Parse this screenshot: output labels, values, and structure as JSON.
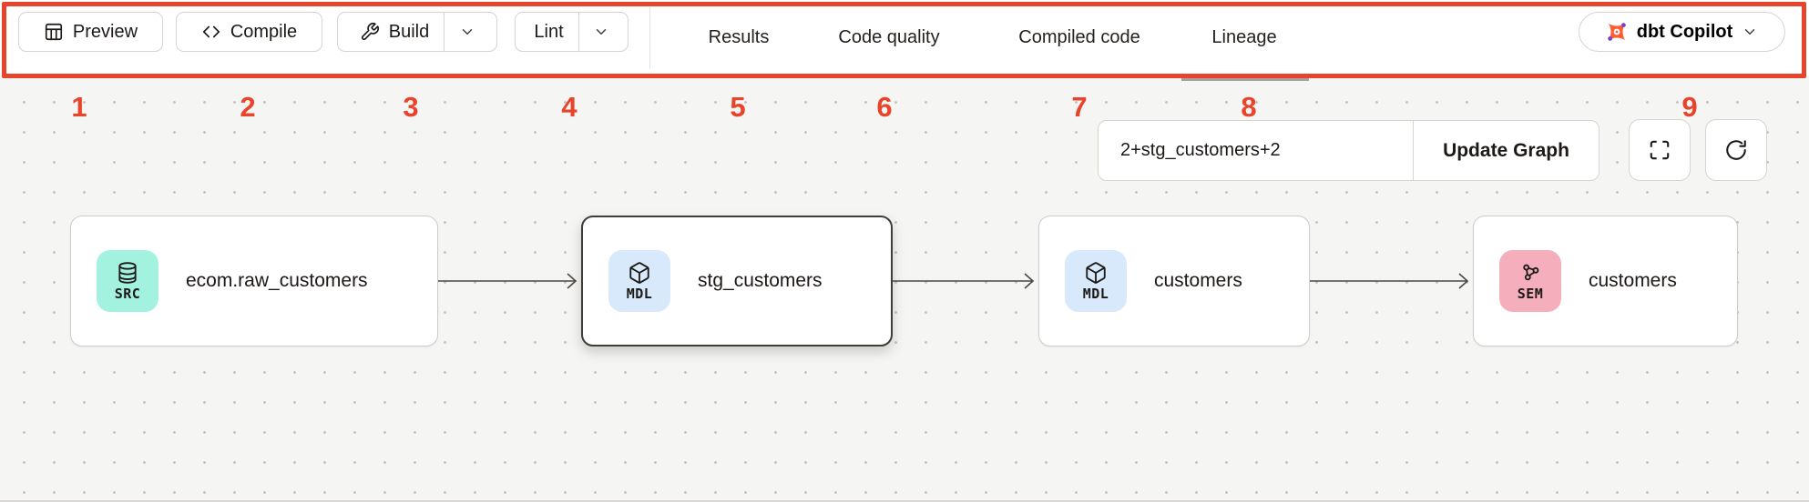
{
  "toolbar": {
    "preview_label": "Preview",
    "compile_label": "Compile",
    "build_label": "Build",
    "lint_label": "Lint",
    "tabs": [
      {
        "label": "Results"
      },
      {
        "label": "Code quality"
      },
      {
        "label": "Compiled code"
      },
      {
        "label": "Lineage",
        "active": true
      }
    ],
    "copilot_label": "dbt Copilot",
    "icons": [
      "table-icon",
      "code-icon",
      "wrench-icon",
      "chevron-down-icon",
      "dbt-logo-icon"
    ]
  },
  "annotations": {
    "numbers": [
      "1",
      "2",
      "3",
      "4",
      "5",
      "6",
      "7",
      "8",
      "9"
    ],
    "color": "#e8442c"
  },
  "graph": {
    "selector_value": "2+stg_customers+2",
    "update_button_label": "Update Graph",
    "controls": [
      "fullscreen-icon",
      "refresh-icon"
    ],
    "nodes": [
      {
        "badge": "SRC",
        "icon": "database-icon",
        "name": "ecom.raw_customers",
        "badge_color": "#a3f2df",
        "selected": false
      },
      {
        "badge": "MDL",
        "icon": "cube-icon",
        "name": "stg_customers",
        "badge_color": "#d7e9fb",
        "selected": true
      },
      {
        "badge": "MDL",
        "icon": "cube-icon",
        "name": "customers",
        "badge_color": "#d7e9fb",
        "selected": false
      },
      {
        "badge": "SEM",
        "icon": "semantic-model-icon",
        "name": "customers",
        "badge_color": "#f5aebc",
        "selected": false
      }
    ],
    "edges": 3
  },
  "colors": {
    "annotation_red": "#e8442c",
    "canvas_bg": "#f5f5f3",
    "node_border": "#cfccca",
    "node_border_selected": "#3f3c39",
    "edge_stroke": "#4a4744",
    "tab_underline": "#a8a29e"
  }
}
